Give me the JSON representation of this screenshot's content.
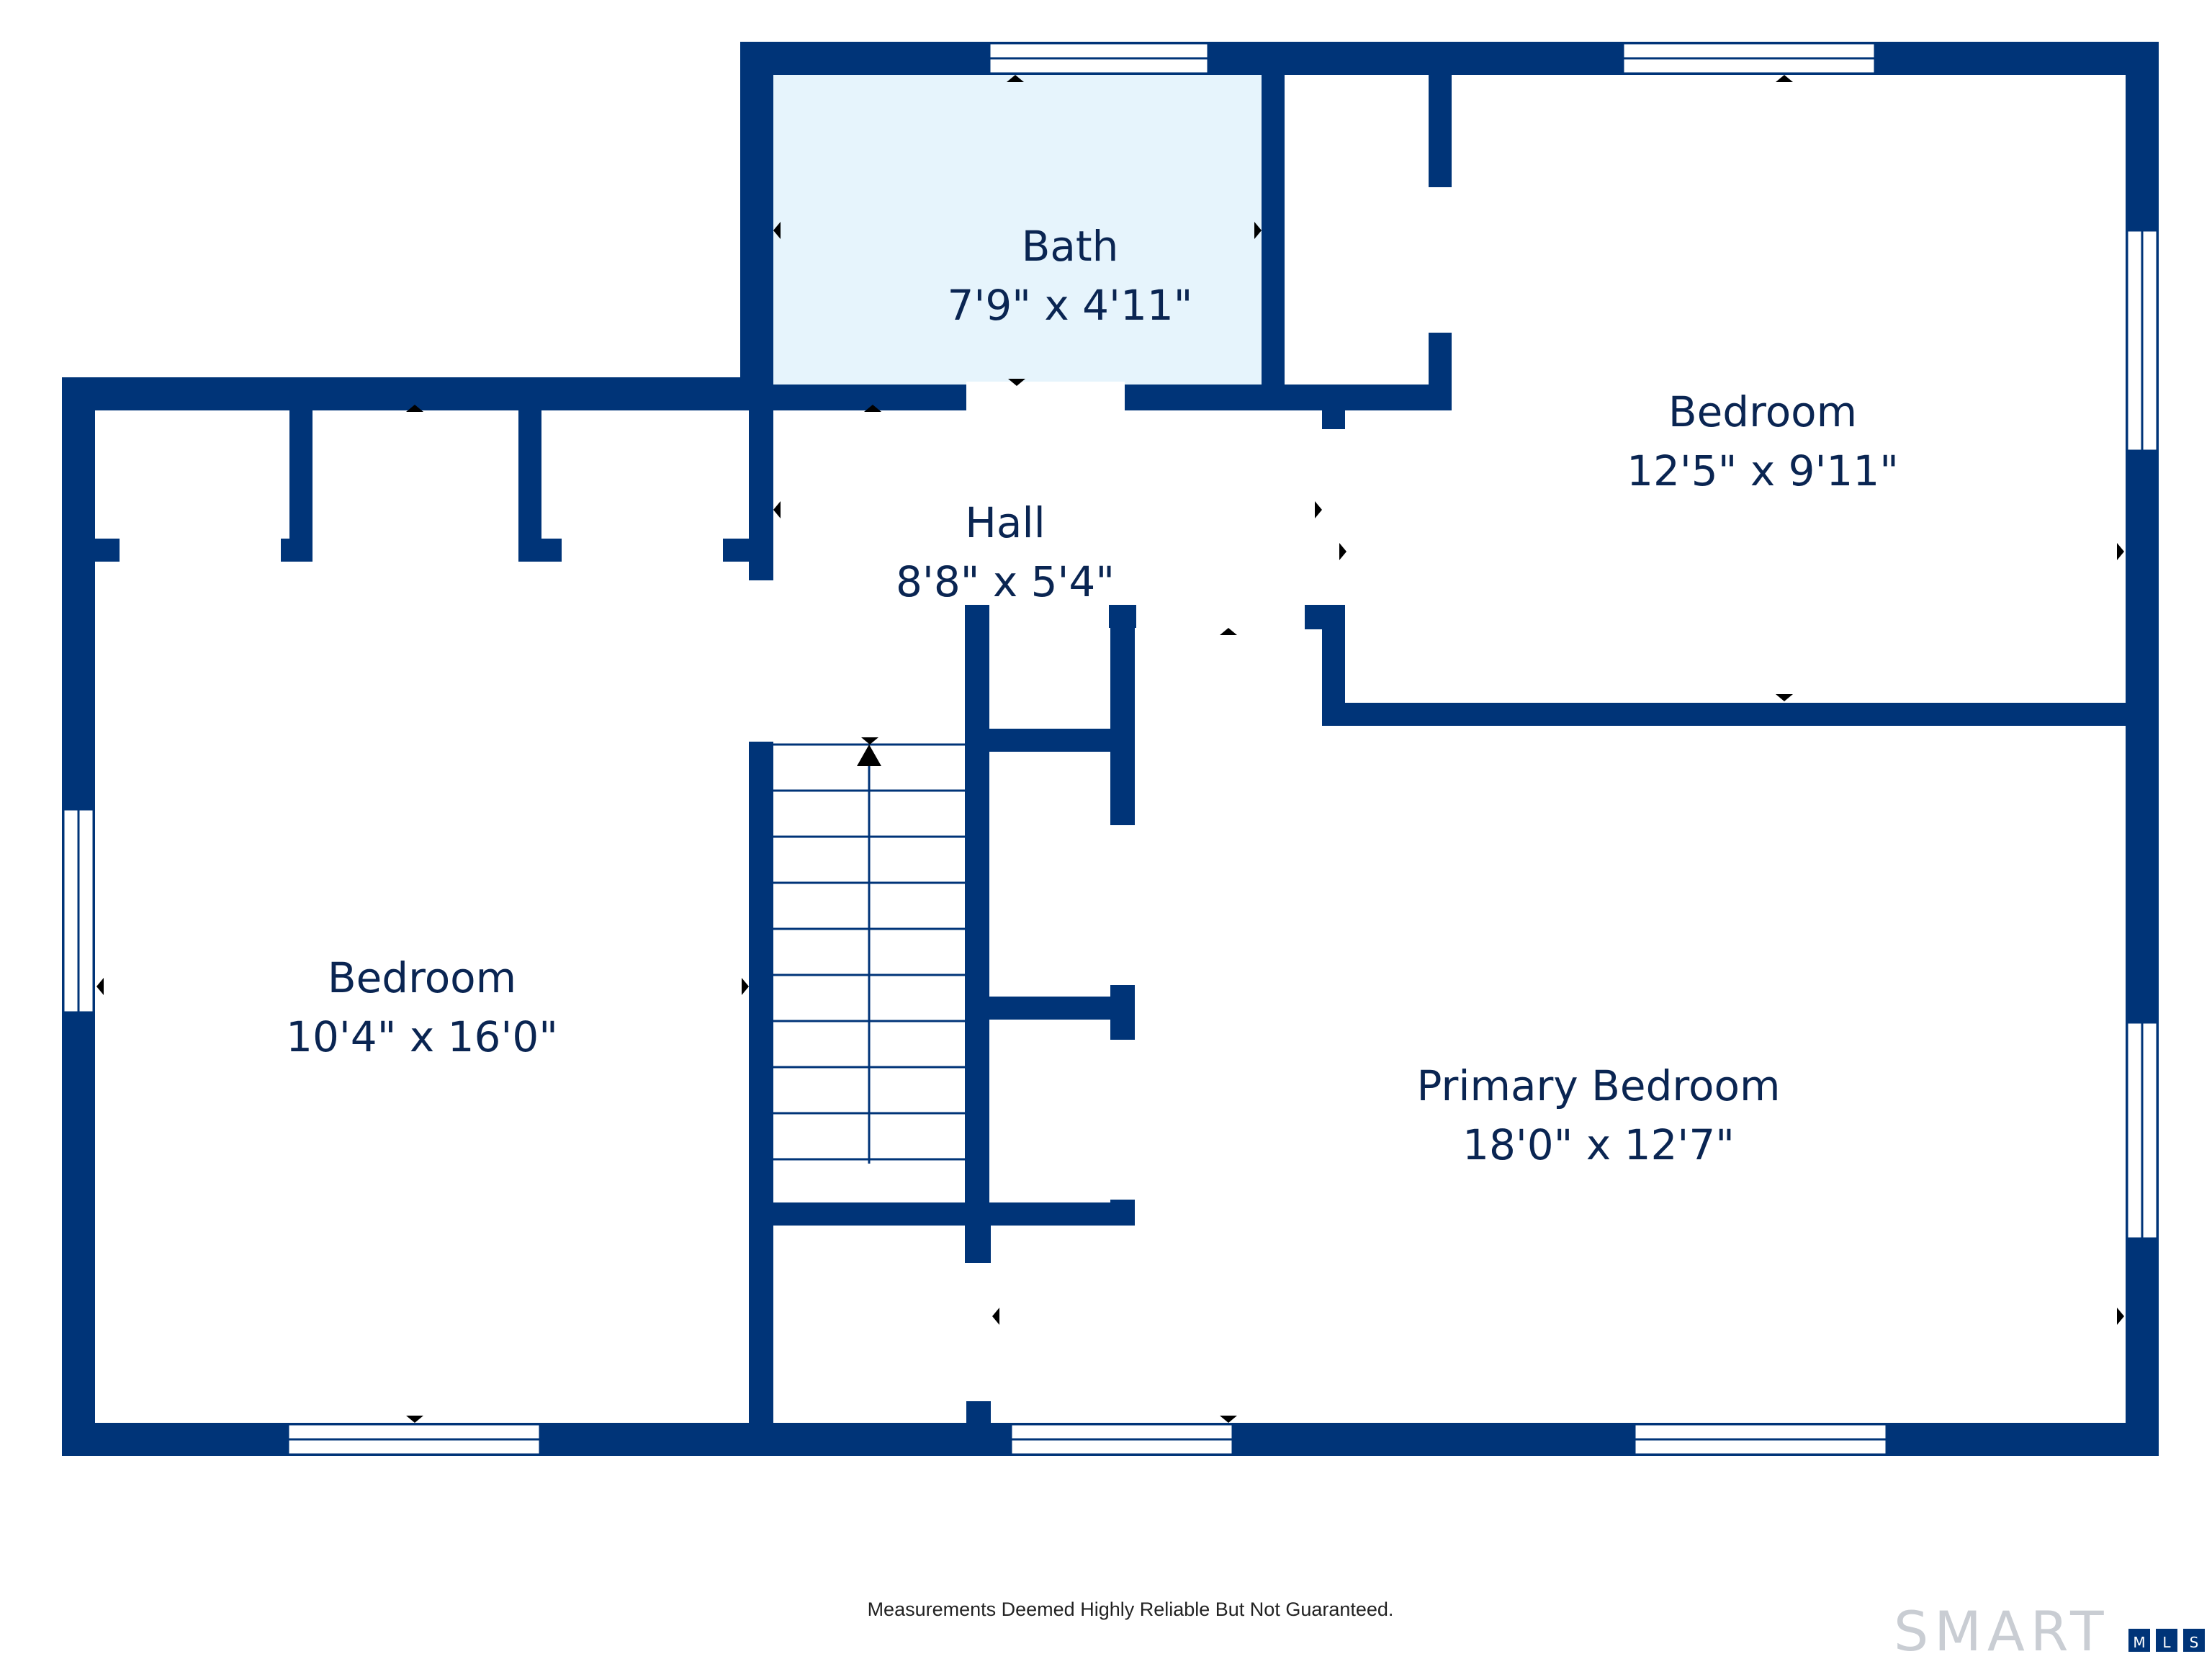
{
  "colors": {
    "wall": "#003478",
    "bath_fill": "#e6f4fc",
    "text": "#0a2552",
    "logo": "#c9cdd3"
  },
  "rooms": {
    "bath": {
      "name": "Bath",
      "dims": "7'9\" x 4'11\""
    },
    "hall": {
      "name": "Hall",
      "dims": "8'8\" x 5'4\""
    },
    "bedroom_ne": {
      "name": "Bedroom",
      "dims": "12'5\" x 9'11\""
    },
    "bedroom_w": {
      "name": "Bedroom",
      "dims": "10'4\" x 16'0\""
    },
    "primary": {
      "name": "Primary Bedroom",
      "dims": "18'0\" x 12'7\""
    }
  },
  "footer": {
    "disclaimer": "Measurements Deemed Highly Reliable But Not Guaranteed."
  },
  "logo": {
    "text": "SMART",
    "badge": [
      "M",
      "L",
      "S"
    ]
  },
  "icons": {
    "stair_direction": "arrow-up-icon",
    "dimension_markers": "triangle-marker-icon"
  }
}
